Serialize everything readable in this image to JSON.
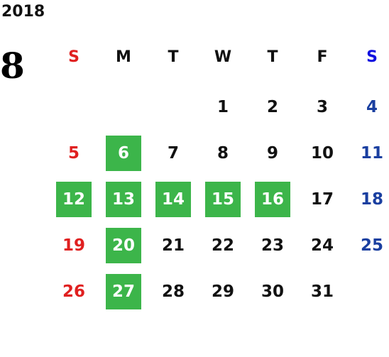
{
  "year": "2018",
  "month": "8",
  "weekdays": [
    "S",
    "M",
    "T",
    "W",
    "T",
    "F",
    "S"
  ],
  "weeks": [
    [
      "",
      "",
      "",
      "1",
      "2",
      "3",
      "4"
    ],
    [
      "5",
      "6",
      "7",
      "8",
      "9",
      "10",
      "11"
    ],
    [
      "12",
      "13",
      "14",
      "15",
      "16",
      "17",
      "18"
    ],
    [
      "19",
      "20",
      "21",
      "22",
      "23",
      "24",
      "25"
    ],
    [
      "26",
      "27",
      "28",
      "29",
      "30",
      "31",
      ""
    ]
  ],
  "highlighted_days": [
    "6",
    "12",
    "13",
    "14",
    "15",
    "16",
    "20",
    "27"
  ],
  "colors": {
    "sunday": "#e02020",
    "saturday": "#1a3fa0",
    "saturday_header": "#1010e0",
    "weekday": "#111111",
    "highlight_bg": "#3cb54a",
    "highlight_text": "#ffffff"
  }
}
